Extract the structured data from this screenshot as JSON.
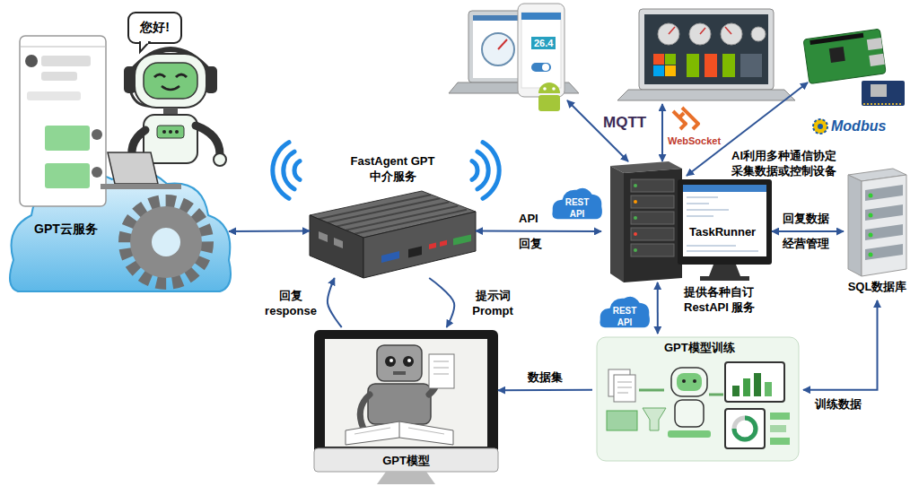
{
  "diagram": {
    "nodes": [
      {
        "text": [
          "GPT云服务"
        ]
      },
      {
        "text": [
          "您好!"
        ]
      },
      {
        "text": [
          "FastAgent GPT中介服务"
        ]
      },
      {
        "text": [
          "REST API"
        ]
      },
      {
        "text": [
          "TaskRunner"
        ]
      },
      {
        "text": [
          "SQL数据库"
        ]
      },
      {
        "text": [
          "GPT模型"
        ]
      },
      {
        "text": [
          "REST API"
        ]
      },
      {
        "text": [
          "GPT模型训练"
        ]
      }
    ],
    "edges": [
      {
        "from": 0,
        "to": 2,
        "arrow": "both"
      },
      {
        "from": 2,
        "to": 4,
        "label": "API",
        "arrow": "both"
      },
      {
        "from": 4,
        "to": 5,
        "label": "回复数据",
        "arrow": "both"
      },
      {
        "from": 2,
        "to": 6,
        "label": "提示词 Prompt",
        "arrow": "to"
      },
      {
        "from": 6,
        "to": 2,
        "label": "回复 response",
        "arrow": "to"
      },
      {
        "from": 8,
        "to": 6,
        "label": "数据集",
        "arrow": "to"
      },
      {
        "from": 5,
        "to": 8,
        "label": "训练数据",
        "arrow": "both"
      },
      {
        "from": 4,
        "to": 8,
        "arrow": "both"
      }
    ],
    "labels": [
      "26.4",
      "MQTT",
      "WebSocket",
      "Modbus",
      "AI利用多种通信协定 采集数据或控制设备",
      "回复",
      "经营管理",
      "提供各种自订 RestAPI 服务"
    ]
  }
}
